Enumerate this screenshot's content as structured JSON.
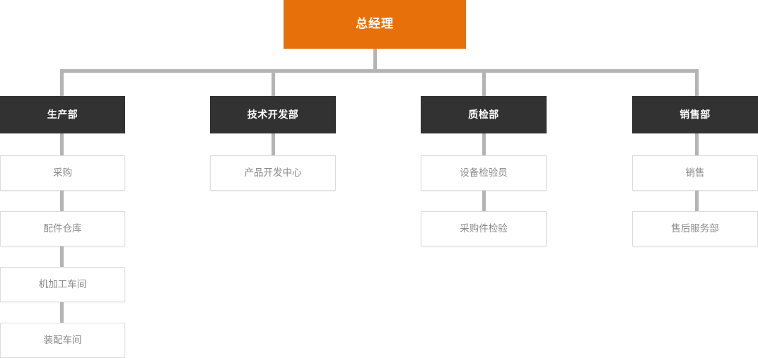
{
  "chart": {
    "title_node": {
      "label": "总经理",
      "color": "#e8700a",
      "text_color": "#ffffff"
    },
    "connector_color": "#b4b4b4",
    "dept_color": "#323232",
    "leaf_border_color": "#dcdcdc",
    "leaf_text_color": "#8a8a8a",
    "columns": [
      {
        "dept": "生产部",
        "children": [
          "采购",
          "配件仓库",
          "机加工车间",
          "装配车间"
        ]
      },
      {
        "dept": "技术开发部",
        "children": [
          "产品开发中心"
        ]
      },
      {
        "dept": "质检部",
        "children": [
          "设备检验员",
          "采购件检验"
        ]
      },
      {
        "dept": "销售部",
        "children": [
          "销售",
          "售后服务部"
        ]
      }
    ]
  }
}
